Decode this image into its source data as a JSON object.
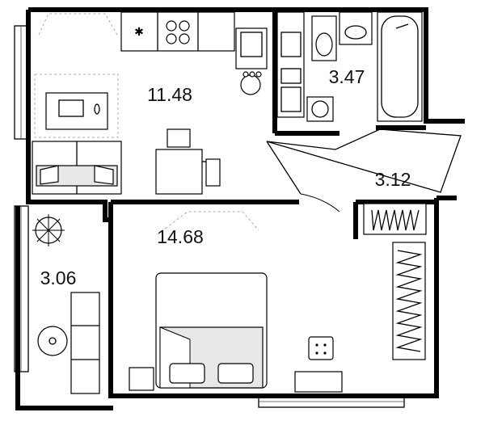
{
  "floor_plan": {
    "rooms": [
      {
        "id": "kitchen",
        "area": "11.48"
      },
      {
        "id": "bathroom",
        "area": "3.47"
      },
      {
        "id": "hallway",
        "area": "3.12"
      },
      {
        "id": "bedroom",
        "area": "14.68"
      },
      {
        "id": "balcony",
        "area": "3.06"
      }
    ]
  }
}
